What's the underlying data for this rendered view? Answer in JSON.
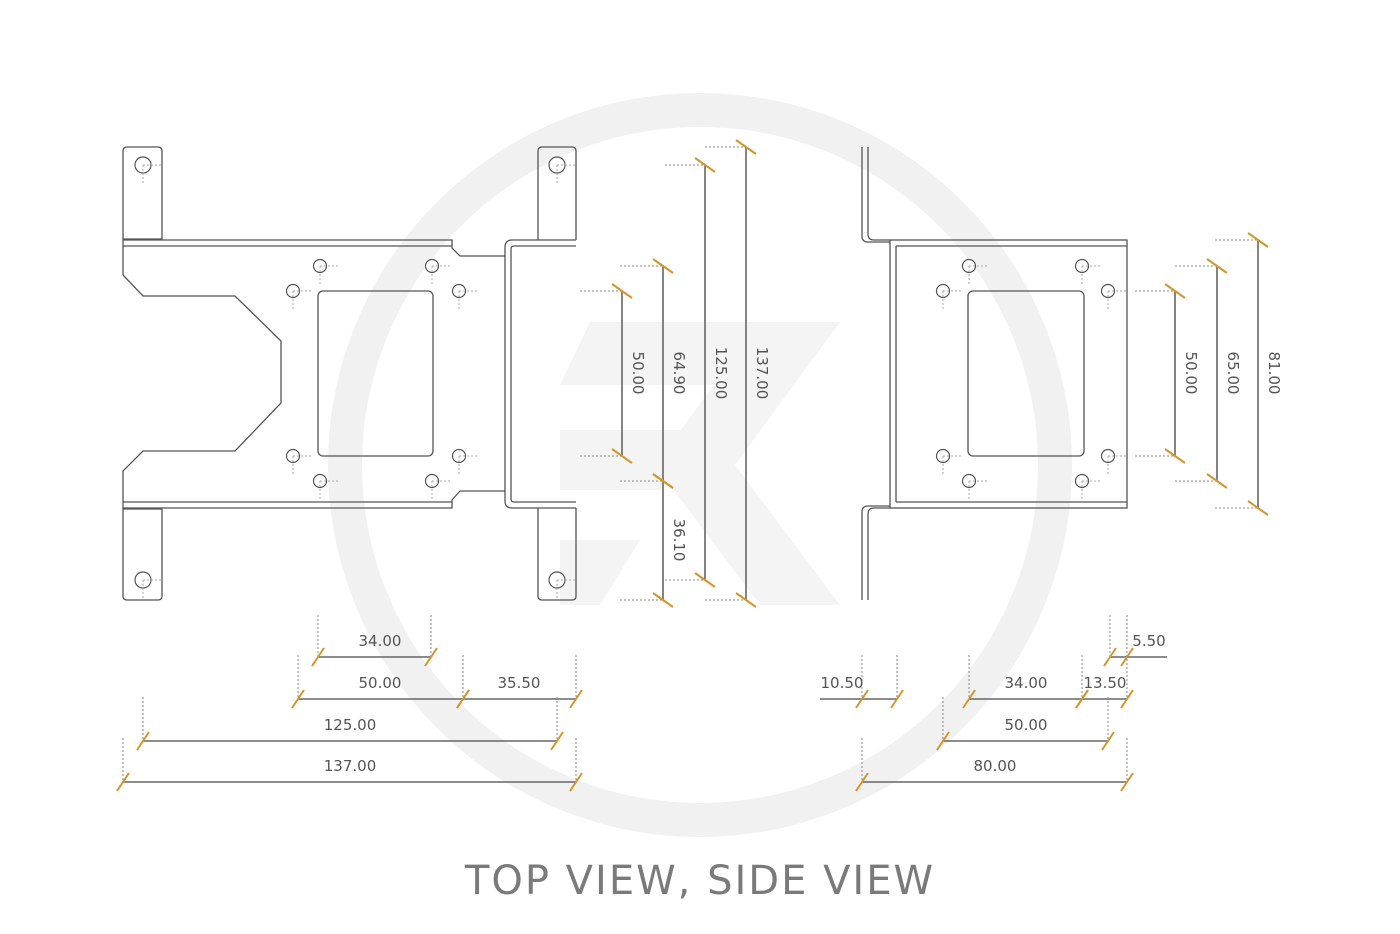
{
  "title": "TOP VIEW, SIDE VIEW",
  "colors": {
    "dimension_tick": "#d4952a",
    "outline": "#555555",
    "watermark": "#f1f1f1"
  },
  "top_view": {
    "vertical_dims": {
      "d50": "50.00",
      "d64_90": "64.90",
      "d36_10": "36.10",
      "d125": "125.00",
      "d137": "137.00"
    },
    "horizontal_dims": {
      "d34": "34.00",
      "d50": "50.00",
      "d35_50": "35.50",
      "d125": "125.00",
      "d137": "137.00"
    }
  },
  "side_view": {
    "vertical_dims": {
      "d50": "50.00",
      "d65": "65.00",
      "d81": "81.00"
    },
    "horizontal_dims": {
      "d5_50": "5.50",
      "d10_50": "10.50",
      "d34": "34.00",
      "d13_50": "13.50",
      "d50": "50.00",
      "d80": "80.00"
    }
  }
}
